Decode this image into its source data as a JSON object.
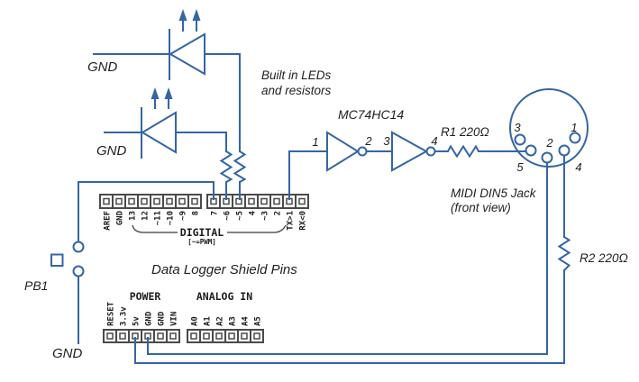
{
  "colors": {
    "wire": "#3465a4",
    "label_text": "#1f1f1f",
    "header_outline": "#4a4a4a"
  },
  "labels": {
    "gnd_top": "GND",
    "gnd_mid": "GND",
    "gnd_bottom": "GND",
    "pb1": "PB1",
    "built_in_line1": "Built in LEDs",
    "built_in_line2": "and resistors",
    "ic_name": "MC74HC14",
    "r1": "R1 220Ω",
    "r2": "R2 220Ω",
    "midi_line1": "MIDI DIN5 Jack",
    "midi_line2": "(front view)",
    "shield_title": "Data Logger Shield Pins"
  },
  "inverter_pins": {
    "p1": "1",
    "p2": "2",
    "p3": "3",
    "p4": "4"
  },
  "din": {
    "p1": "1",
    "p2": "2",
    "p3": "3",
    "p4": "4",
    "p5": "5"
  },
  "headers": {
    "digital": {
      "heading": "DIGITAL",
      "note": "[~=PWM]",
      "pins": [
        "AREF",
        "GND",
        "13",
        "12",
        "~11",
        "~10",
        "~9",
        "8",
        "7",
        "~6",
        "~5",
        "4",
        "~3",
        "2",
        "TX>1",
        "RX<0"
      ]
    },
    "power": {
      "heading": "POWER",
      "pins": [
        "RESET",
        "3.3v",
        "5v",
        "GND",
        "GND",
        "VIN"
      ]
    },
    "analog": {
      "heading": "ANALOG IN",
      "pins": [
        "A0",
        "A1",
        "A2",
        "A3",
        "A4",
        "A5"
      ]
    }
  }
}
